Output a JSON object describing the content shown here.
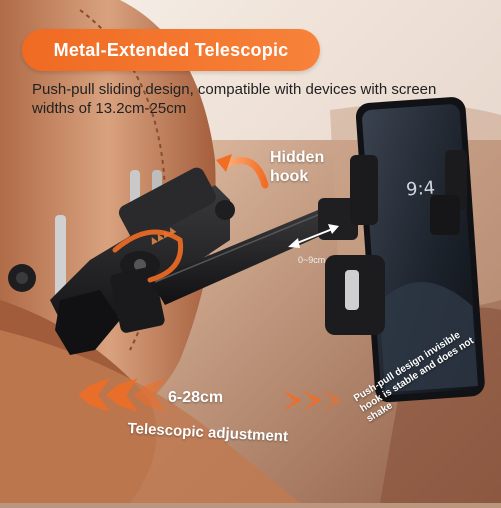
{
  "banner": {
    "title": "Metal-Extended Telescopic"
  },
  "subtitle": "Push-pull sliding design, compatible with devices with screen widths of 13.2cm-25cm",
  "labels": {
    "hidden_hook": "Hidden hook",
    "range_small": "0~9cm",
    "range_big": "6-28cm",
    "telescopic_adjustment": "Telescopic adjustment",
    "slide_note": "Push-pull design invisible hook is stable and does not shake"
  },
  "colors": {
    "accent": "#f26d24",
    "interior_leather": "#b58a6e",
    "mount_black": "#1d1d1f",
    "tablet_screen": "#202833"
  }
}
